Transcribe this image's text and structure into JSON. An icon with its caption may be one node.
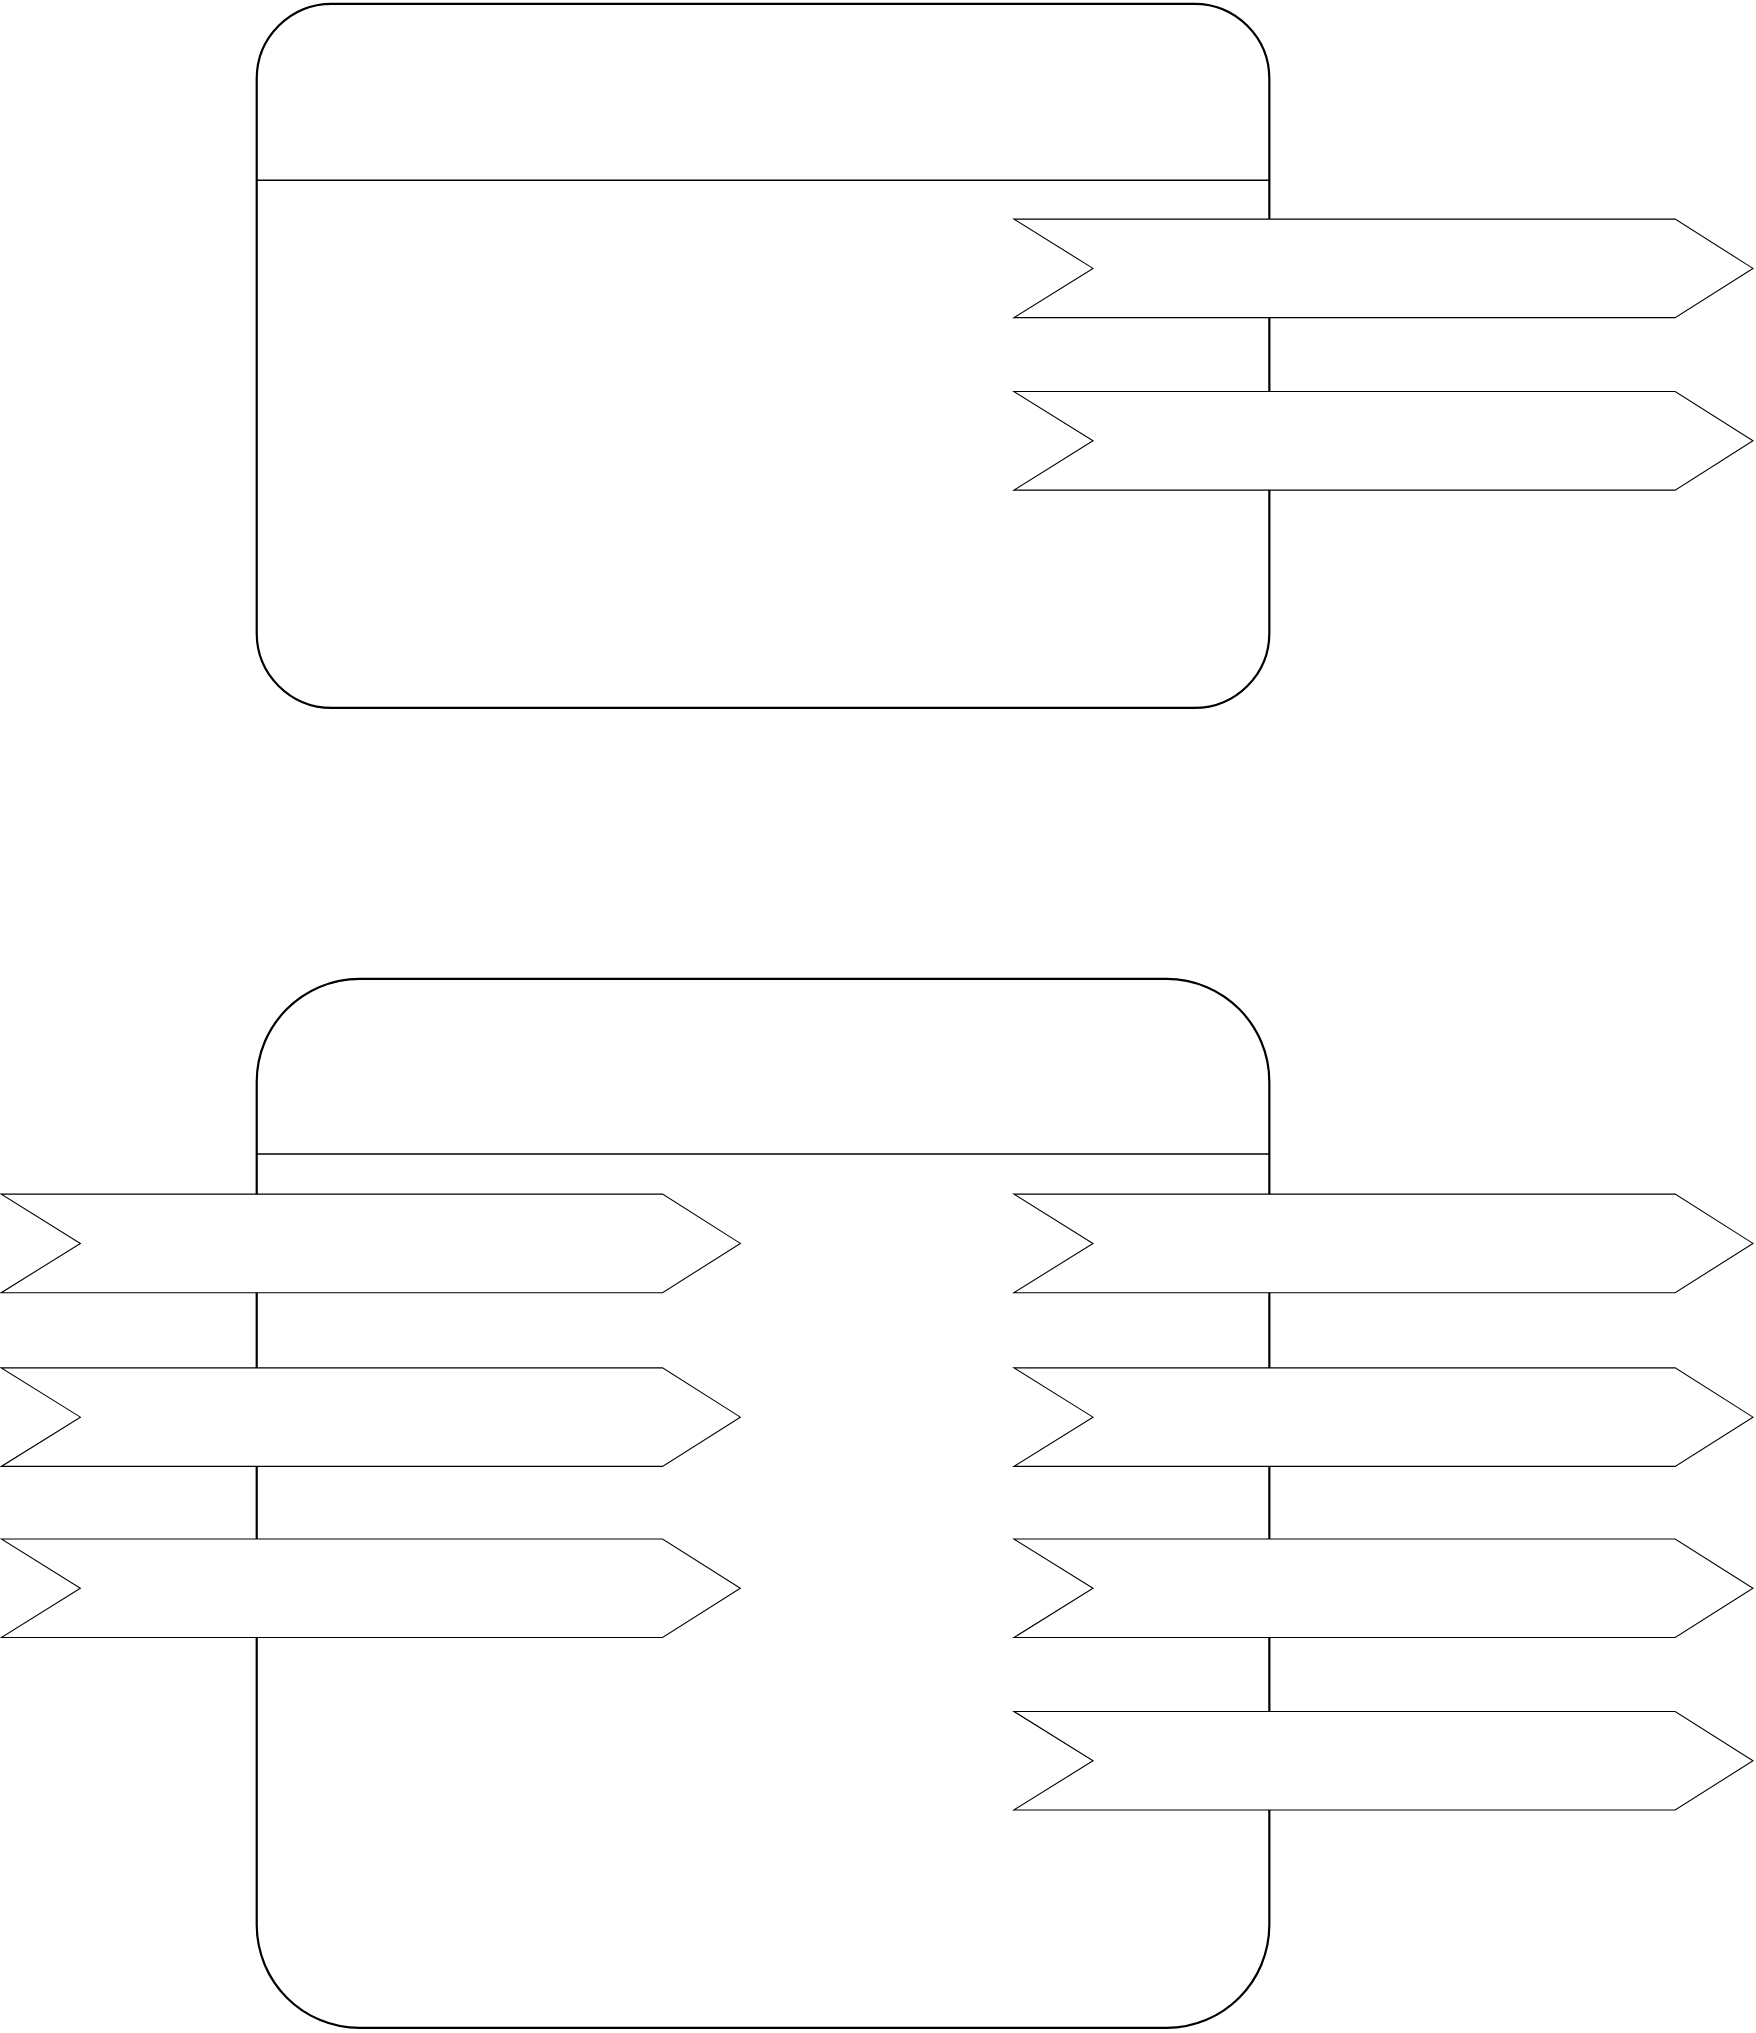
{
  "diagram": {
    "nodes": [
      {
        "text": [],
        "shape": "box"
      },
      {
        "text": [],
        "shape": "chevron"
      },
      {
        "text": [],
        "shape": "chevron"
      },
      {
        "text": [],
        "shape": "box"
      },
      {
        "text": [],
        "shape": "chevron"
      },
      {
        "text": [],
        "shape": "chevron"
      },
      {
        "text": [],
        "shape": "chevron"
      },
      {
        "text": [],
        "shape": "chevron"
      },
      {
        "text": [],
        "shape": "chevron"
      },
      {
        "text": [],
        "shape": "chevron"
      },
      {
        "text": [],
        "shape": "chevron"
      }
    ]
  }
}
